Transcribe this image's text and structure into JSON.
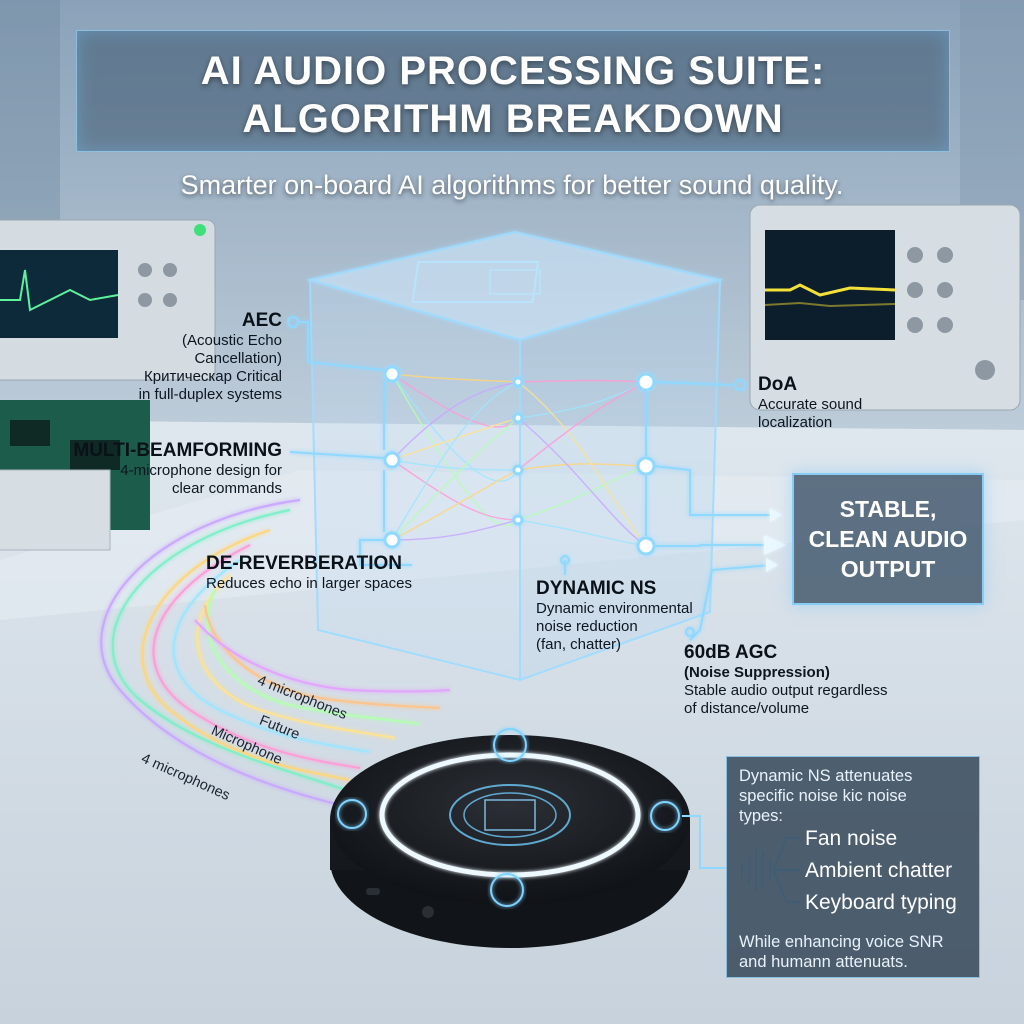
{
  "title": {
    "line1": "AI AUDIO PROCESSING SUITE:",
    "line2": "ALGORITHM BREAKDOWN"
  },
  "subtitle": "Smarter on-board AI algorithms for better sound quality.",
  "features": {
    "aec": {
      "heading": "AEC",
      "lines": [
        "(Acoustic Echo",
        "Cancellation)",
        "Критическар Critical",
        "in full-duplex systems"
      ]
    },
    "beamforming": {
      "heading": "MULTI-BEAMFORMING",
      "lines": [
        "4-microphone design for",
        "clear commands"
      ]
    },
    "dereverb": {
      "heading": "DE-REVERBERATION",
      "lines": [
        "Reduces echo in larger spaces"
      ]
    },
    "doa": {
      "heading": "DoA",
      "lines": [
        "Accurate sound",
        "localization"
      ]
    },
    "dynamic_ns": {
      "heading": "DYNAMIC NS",
      "lines": [
        "Dynamic environmental",
        "noise reduction",
        "(fan, chatter)"
      ]
    },
    "agc": {
      "heading": "60dB AGC",
      "subheading": "(Noise Suppression)",
      "lines": [
        "Stable audio output regardless",
        "of distance/volume"
      ]
    }
  },
  "output_box": "STABLE,\nCLEAN AUDIO\nOUTPUT",
  "mic_labels": [
    "4 microphones",
    "Future",
    "Microphone",
    "4 microphones"
  ],
  "info_panel": {
    "intro": [
      "Dynamic NS attenuates",
      "specific noise kic noise",
      "types:"
    ],
    "noise_types": [
      "Fan noise",
      "Ambient chatter",
      "Keyboard typing"
    ],
    "footer": [
      "While enhancing voice SNR",
      "and humann attenuats."
    ]
  },
  "colors": {
    "accent": "#7fd3ff",
    "panel": "#31475c",
    "text_dark": "#0d1620"
  }
}
